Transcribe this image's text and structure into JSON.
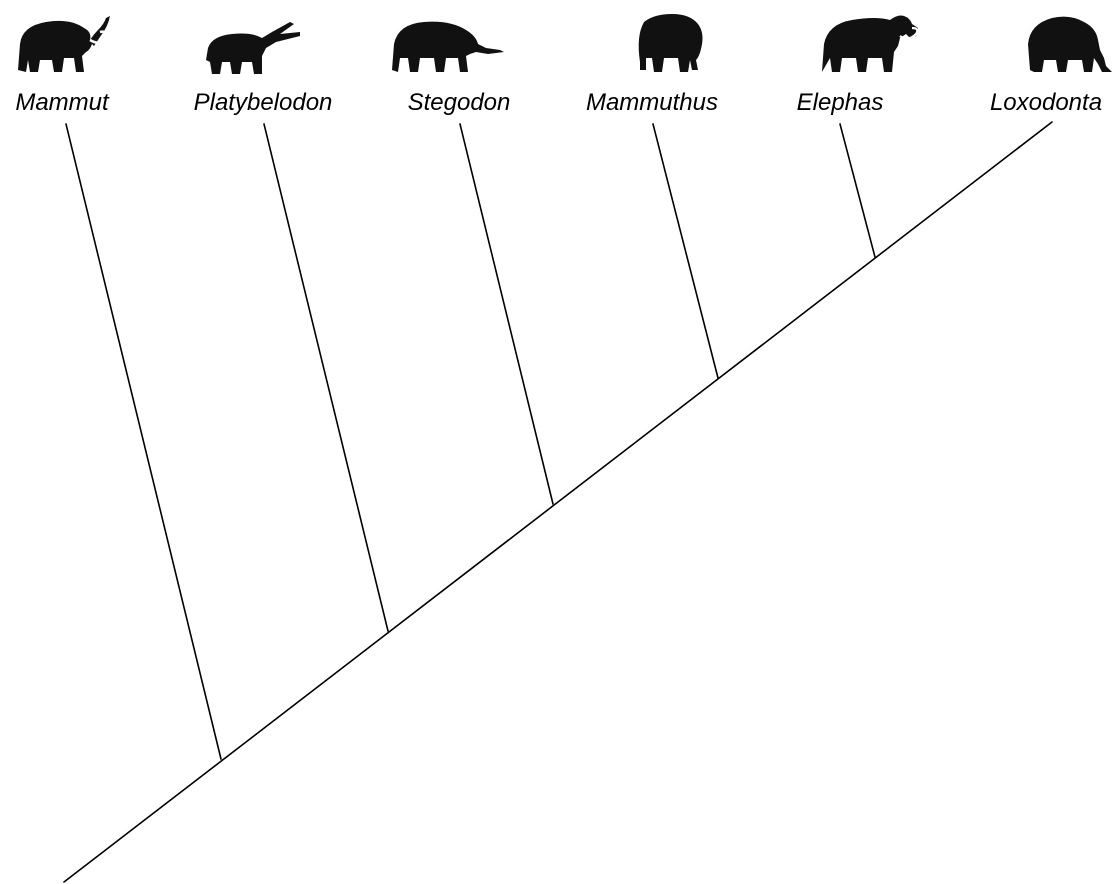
{
  "diagram": {
    "type": "cladogram",
    "line_color": "#000000",
    "silhouette_color": "#111111",
    "taxa": [
      {
        "name": "Mammut",
        "icon": "mammut-silhouette-icon"
      },
      {
        "name": "Platybelodon",
        "icon": "platybelodon-silhouette-icon"
      },
      {
        "name": "Stegodon",
        "icon": "stegodon-silhouette-icon"
      },
      {
        "name": "Mammuthus",
        "icon": "mammuthus-silhouette-icon"
      },
      {
        "name": "Elephas",
        "icon": "elephas-silhouette-icon"
      },
      {
        "name": "Loxodonta",
        "icon": "loxodonta-silhouette-icon"
      }
    ]
  }
}
